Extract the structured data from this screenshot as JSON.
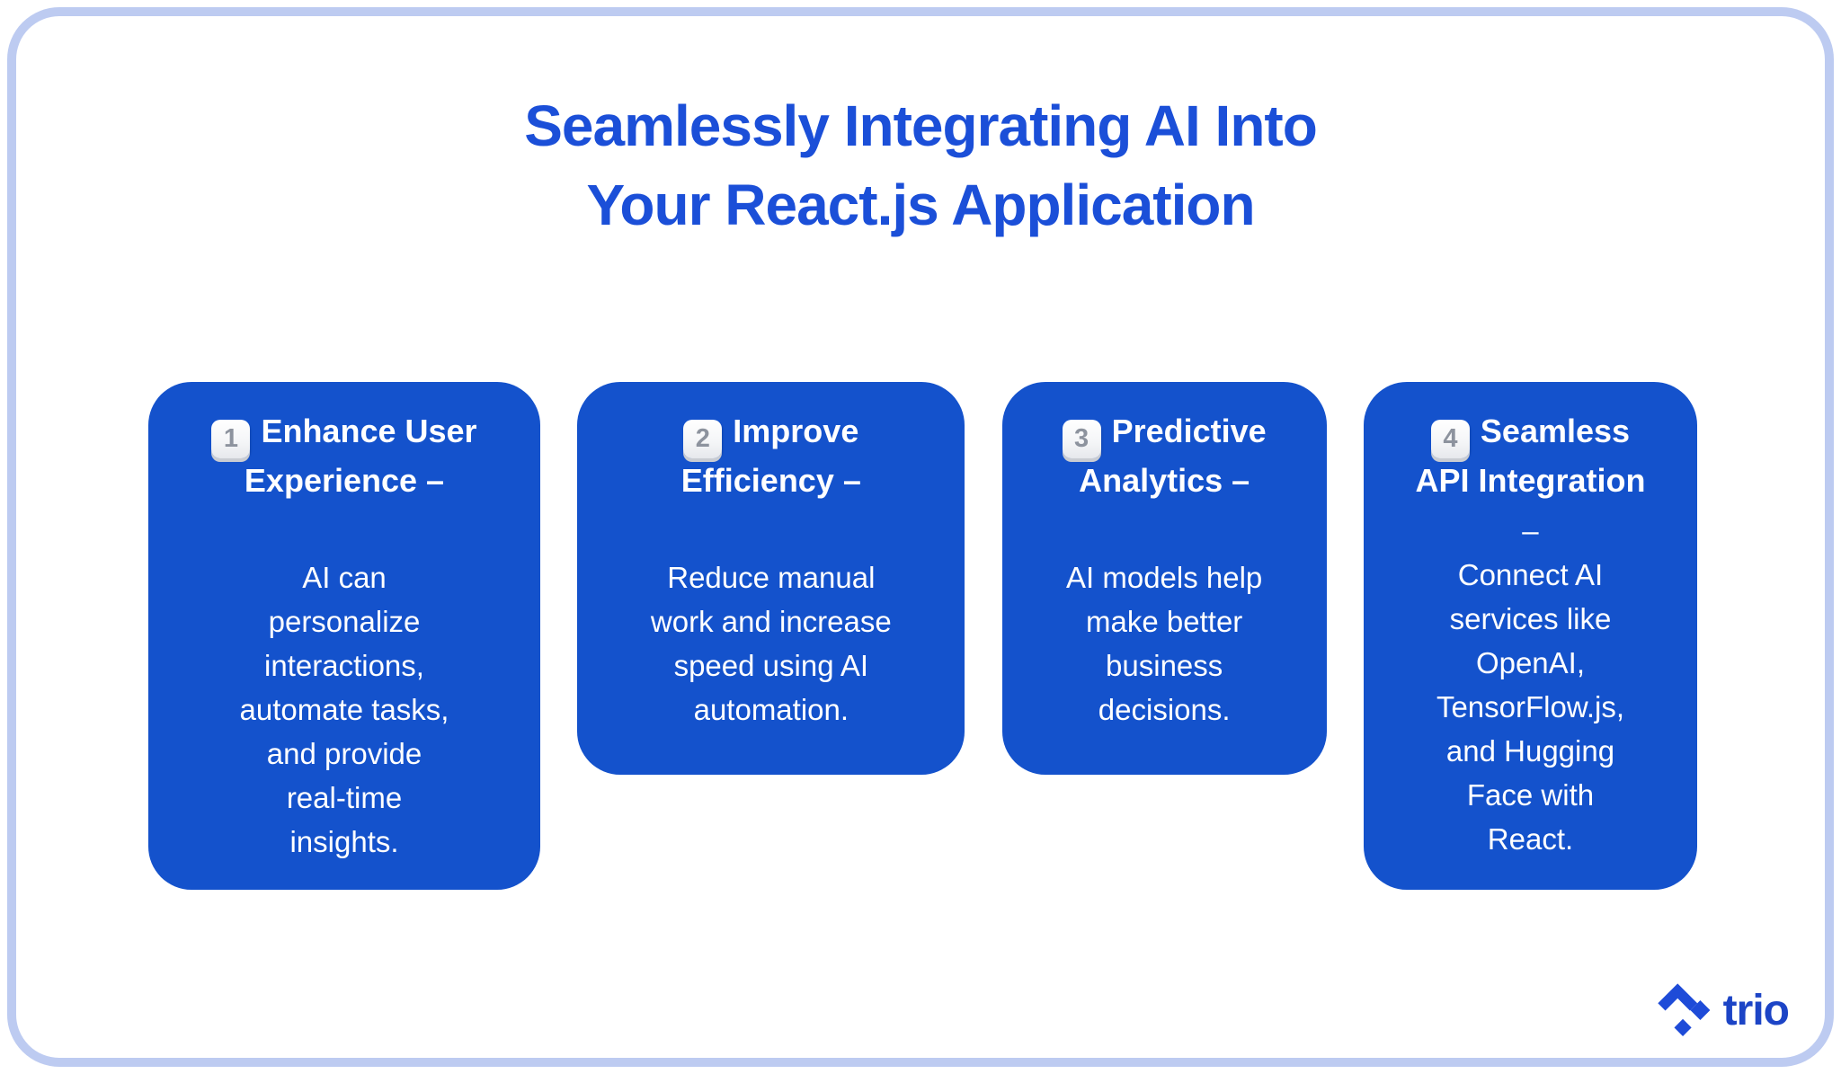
{
  "title": {
    "text": "Seamlessly Integrating AI Into\nYour React.js Application",
    "color": "#1b4fd8"
  },
  "cards": [
    {
      "number": "1",
      "heading": "Enhance User\nExperience –",
      "body": "AI can\npersonalize\ninteractions,\nautomate tasks,\nand provide\nreal-time\ninsights."
    },
    {
      "number": "2",
      "heading": "Improve\nEfficiency –",
      "body": "Reduce manual\nwork and increase\nspeed using AI\nautomation."
    },
    {
      "number": "3",
      "heading": "Predictive\nAnalytics –",
      "body": "AI models help\nmake better\nbusiness\ndecisions."
    },
    {
      "number": "4",
      "heading": "Seamless\nAPI Integration",
      "body": "–\nConnect AI\nservices like\nOpenAI,\nTensorFlow.js,\nand Hugging\nFace with\nReact."
    }
  ],
  "logo": {
    "text": "trio",
    "icon": "trio-diamonds-icon"
  },
  "colors": {
    "card_bg": "#1452cc",
    "card_text": "#ffffff",
    "title_blue": "#1b4fd8",
    "frame_border": "#bdcbf1",
    "badge_bg": "#ffffff",
    "badge_digit": "#8d939e",
    "logo_blue": "#1c44c6"
  }
}
